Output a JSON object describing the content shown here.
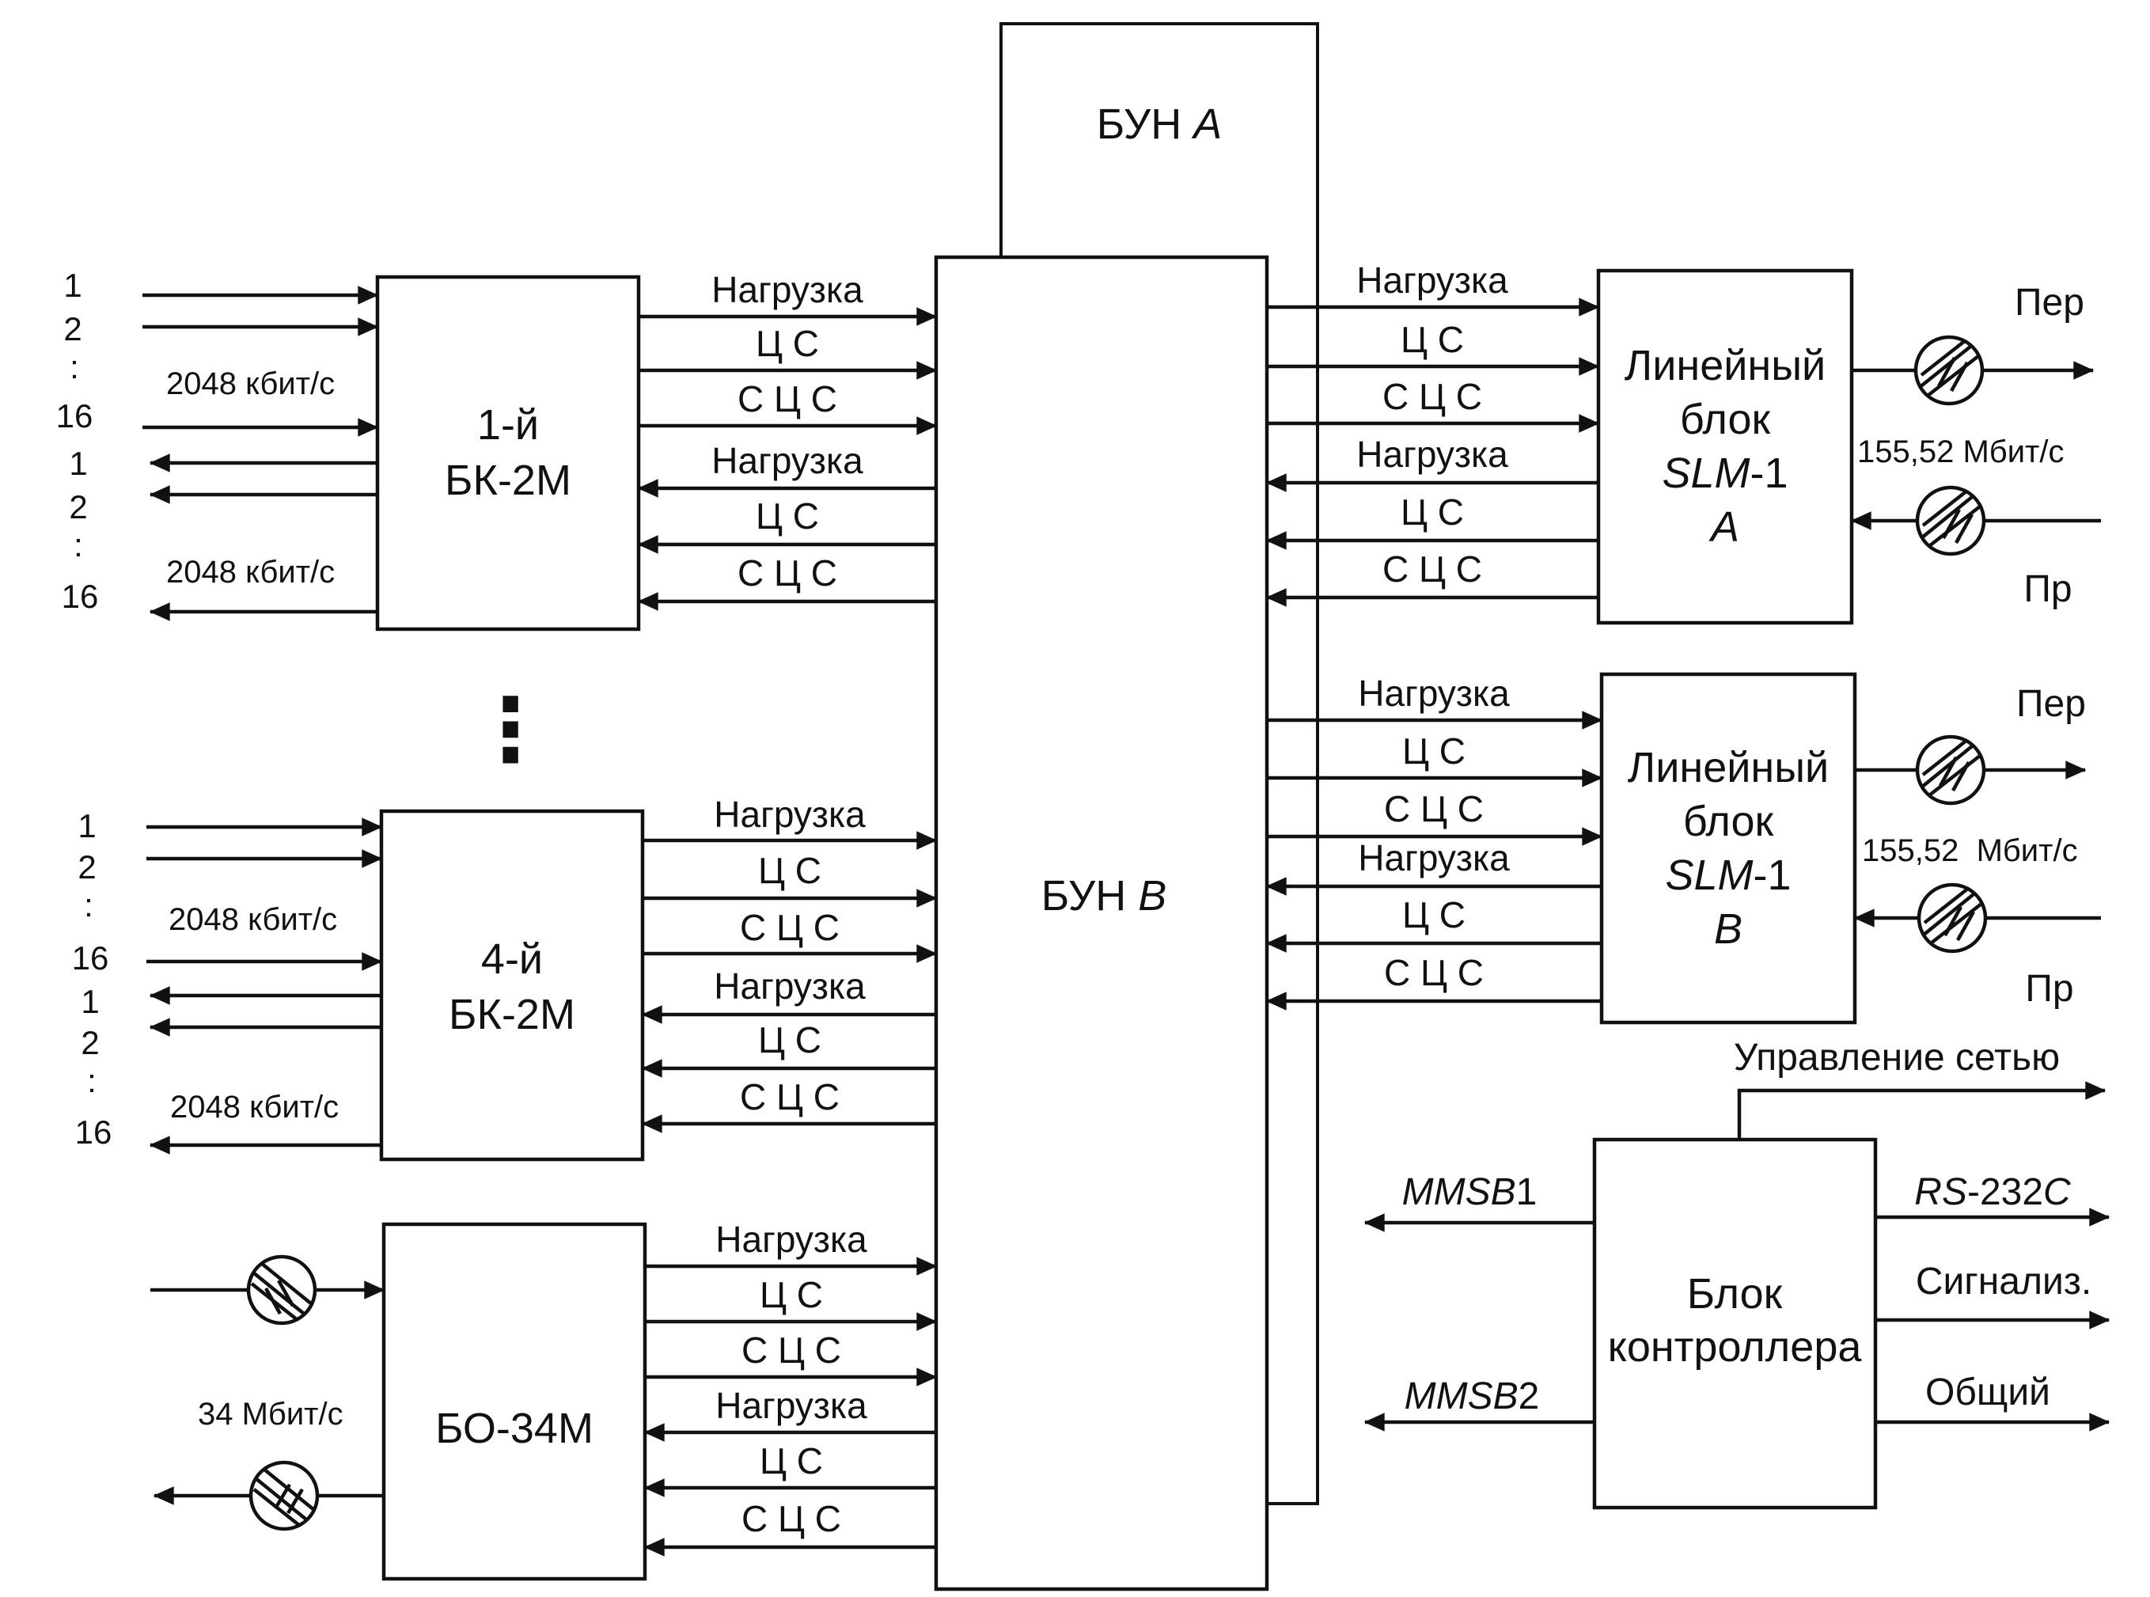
{
  "blocks": {
    "bun_a": {
      "text": "БУН ",
      "italic": "A"
    },
    "bun_b": {
      "text": "БУН ",
      "italic": "B"
    },
    "bk1": {
      "line1": "1-й",
      "line2": "БК-2М"
    },
    "bk4": {
      "line1": "4-й",
      "line2": "БК-2М"
    },
    "bo34": {
      "line1": "БО-34М"
    },
    "slm_a": {
      "line1": "Линейный",
      "line2": "блок",
      "line3_italic": "SLM",
      "line3_rest": "-1",
      "line4_italic": "A"
    },
    "slm_b": {
      "line1": "Линейный",
      "line2": "блок",
      "line3_italic": "SLM",
      "line3_rest": "-1",
      "line4_italic": "B"
    },
    "controller": {
      "line1": "Блок",
      "line2": "контроллера"
    }
  },
  "signals": [
    "Нагрузка",
    "Ц С",
    "С Ц С",
    "Нагрузка",
    "Ц С",
    "С Ц С"
  ],
  "tributary": {
    "numbers_top": [
      "1",
      "2",
      ":",
      "16"
    ],
    "numbers_bottom": [
      "1",
      "2",
      ":",
      "16"
    ],
    "rate": "2048 кбит/с",
    "ellipsis": "⋮"
  },
  "bo34": {
    "rate": "34 Мбит/с"
  },
  "line_side": {
    "tx": "Пер",
    "rx": "Пр",
    "rate_a": "155,52 Мбит/с",
    "rate_b": "155,52  Мбит/с"
  },
  "controller_io": {
    "network": "Управление сетью",
    "mmsb1_italic": "MMSB",
    "mmsb1_rest": "1",
    "mmsb2_italic": "MMSB",
    "mmsb2_rest": "2",
    "rs232_italic_1": "RS",
    "rs232_rest": "-232",
    "rs232_italic_2": "C",
    "alarm": "Сигнализ.",
    "common": "Общий"
  },
  "colors": {
    "ink": "#111111",
    "background": "#ffffff"
  }
}
